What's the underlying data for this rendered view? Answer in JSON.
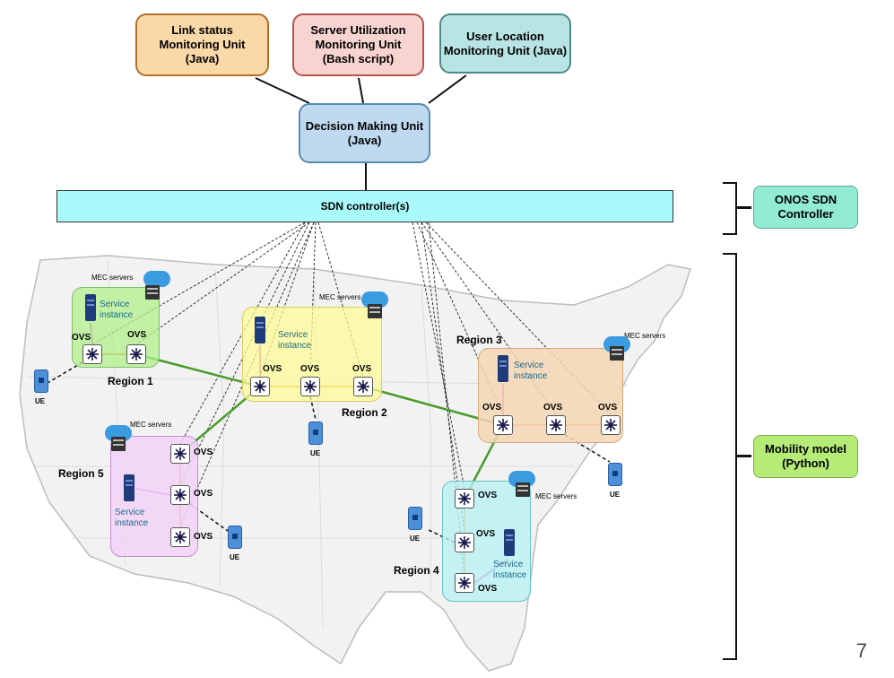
{
  "units": {
    "link": "Link status\nMonitoring Unit\n(Java)",
    "server": "Server Utilization\nMonitoring Unit\n(Bash script)",
    "user": "User Location\nMonitoring Unit (Java)",
    "decision": "Decision Making Unit\n(Java)"
  },
  "sdn_label": "SDN controller(s)",
  "side": {
    "onos": "ONOS SDN\nController",
    "mobility": "Mobility model\n(Python)"
  },
  "regions": {
    "r1": "Region 1",
    "r2": "Region 2",
    "r3": "Region 3",
    "r4": "Region 4",
    "r5": "Region 5"
  },
  "common": {
    "ovs": "OVS",
    "service_instance": "Service\ninstance",
    "mec": "MEC servers",
    "ue": "UE"
  },
  "page_number": "7",
  "colors": {
    "link_fill": "#fbd8a8",
    "link_border": "#b0702a",
    "server_fill": "#f8d4d0",
    "server_border": "#b85450",
    "user_fill": "#b8e5e3",
    "user_border": "#4b8a86",
    "decision_fill": "#bfdaf0",
    "decision_border": "#5a8ab0",
    "onos_fill": "#92ecd3",
    "mobility_fill": "#b5ec78",
    "region1": "#c0f0a0",
    "region2": "#fdfba8",
    "region3": "#f5d7b5",
    "region4": "#b8f1f3",
    "region5": "#f2d3f7"
  }
}
